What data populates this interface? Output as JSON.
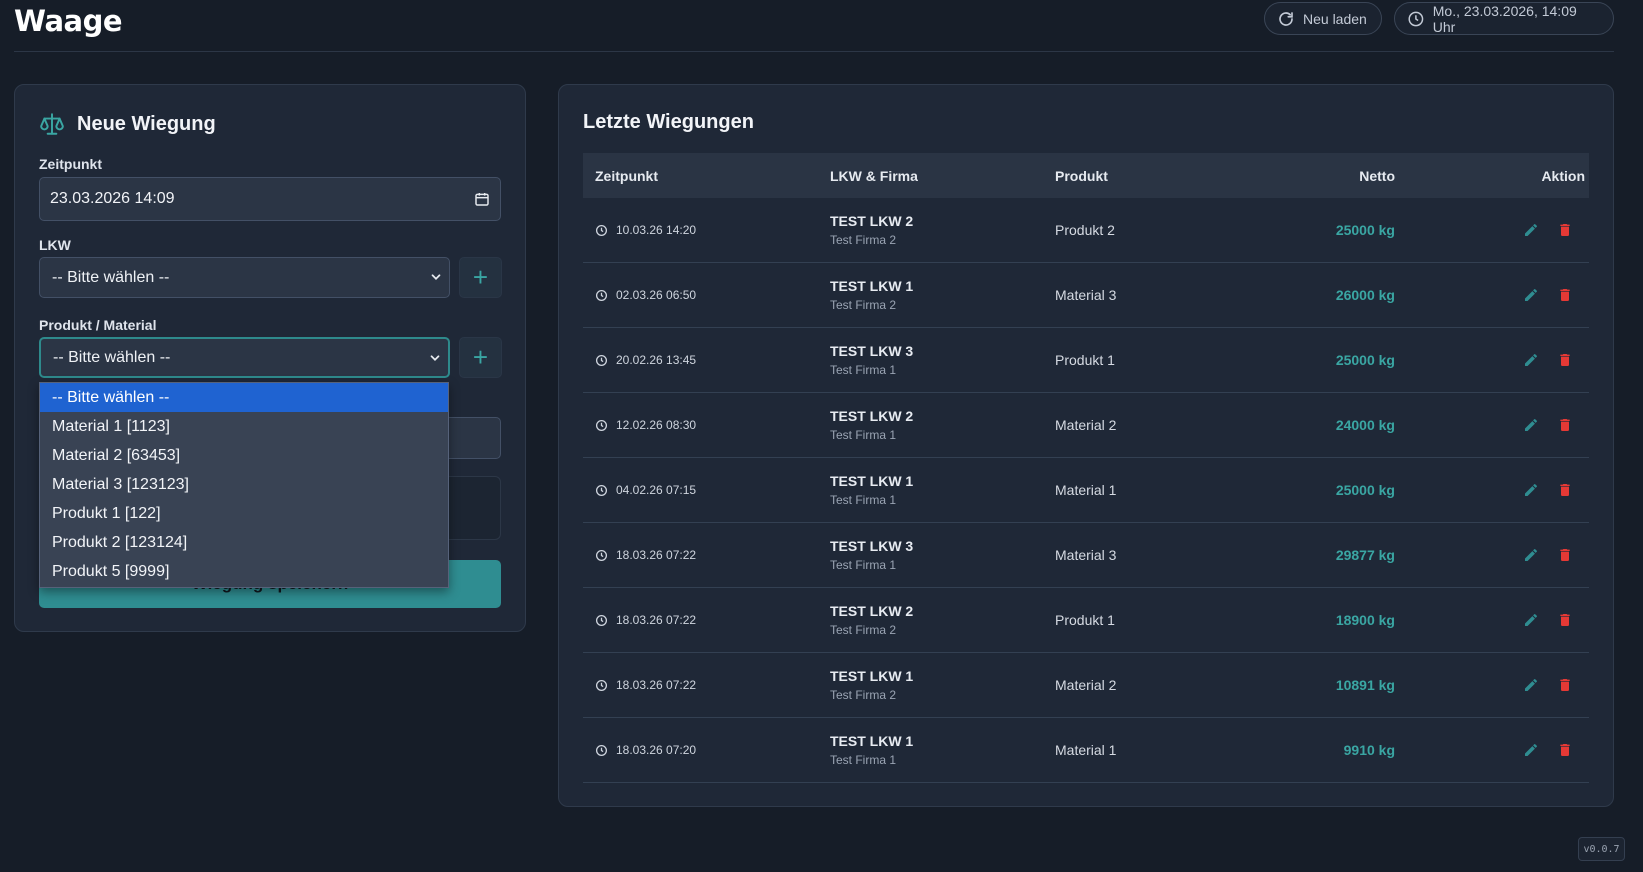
{
  "header": {
    "title": "Waage",
    "reload_label": "Neu laden",
    "datetime_label": "Mo., 23.03.2026, 14:09 Uhr"
  },
  "form": {
    "title": "Neue Wiegung",
    "zeitpunkt_label": "Zeitpunkt",
    "zeitpunkt_value": "23.03.2026 14:09",
    "lkw_label": "LKW",
    "lkw_value": "-- Bitte wählen --",
    "produkt_label": "Produkt / Material",
    "produkt_value": "-- Bitte wählen --",
    "plus_label": "+",
    "save_label": "Wiegung speichern"
  },
  "dropdown": {
    "options": [
      "-- Bitte wählen --",
      "Material 1 [1123]",
      "Material 2 [63453]",
      "Material 3 [123123]",
      "Produkt 1 [122]",
      "Produkt 2 [123124]",
      "Produkt 5 [9999]"
    ],
    "selected_index": 0
  },
  "list": {
    "title": "Letzte Wiegungen",
    "columns": {
      "zeitpunkt": "Zeitpunkt",
      "lkw": "LKW & Firma",
      "produkt": "Produkt",
      "netto": "Netto",
      "aktion": "Aktion"
    },
    "rows": [
      {
        "time": "10.03.26 14:20",
        "lkw": "TEST LKW 2",
        "firma": "Test Firma 2",
        "produkt": "Produkt 2",
        "netto": "25000 kg"
      },
      {
        "time": "02.03.26 06:50",
        "lkw": "TEST LKW 1",
        "firma": "Test Firma 2",
        "produkt": "Material 3",
        "netto": "26000 kg"
      },
      {
        "time": "20.02.26 13:45",
        "lkw": "TEST LKW 3",
        "firma": "Test Firma 1",
        "produkt": "Produkt 1",
        "netto": "25000 kg"
      },
      {
        "time": "12.02.26 08:30",
        "lkw": "TEST LKW 2",
        "firma": "Test Firma 1",
        "produkt": "Material 2",
        "netto": "24000 kg"
      },
      {
        "time": "04.02.26 07:15",
        "lkw": "TEST LKW 1",
        "firma": "Test Firma 1",
        "produkt": "Material 1",
        "netto": "25000 kg"
      },
      {
        "time": "18.03.26 07:22",
        "lkw": "TEST LKW 3",
        "firma": "Test Firma 1",
        "produkt": "Material 3",
        "netto": "29877 kg"
      },
      {
        "time": "18.03.26 07:22",
        "lkw": "TEST LKW 2",
        "firma": "Test Firma 2",
        "produkt": "Produkt 1",
        "netto": "18900 kg"
      },
      {
        "time": "18.03.26 07:22",
        "lkw": "TEST LKW 1",
        "firma": "Test Firma 2",
        "produkt": "Material 2",
        "netto": "10891 kg"
      },
      {
        "time": "18.03.26 07:20",
        "lkw": "TEST LKW 1",
        "firma": "Test Firma 1",
        "produkt": "Material 1",
        "netto": "9910 kg"
      }
    ]
  },
  "version": "v0.0.7",
  "colors": {
    "accent": "#3aa6a3",
    "danger": "#e53935",
    "selected_option": "#1f63d1",
    "background": "#161d28",
    "card": "#1f2837"
  },
  "icons": {
    "reload": "reload-icon",
    "clock": "clock-icon",
    "scale": "scale-icon",
    "calendar": "calendar-icon",
    "chevron": "chevron-down-icon",
    "edit": "pencil-icon",
    "delete": "trash-icon"
  }
}
